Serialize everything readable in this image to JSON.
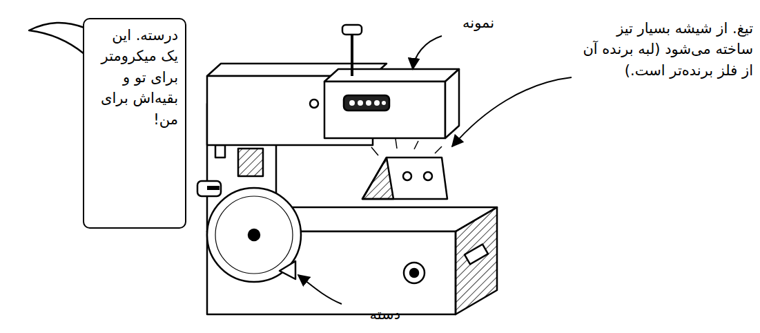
{
  "diagram": {
    "nodes": [
      {
        "text": [
          "درسته. این یک میکرومتر برای تو و بقیه‌اش برای من!"
        ]
      }
    ],
    "labels": [
      "نمونه",
      "تیغ. از شیشه بسیار تیز ساخته می‌شود (لبه برنده آن از فلز برنده‌تر است.)",
      "دسته"
    ]
  }
}
